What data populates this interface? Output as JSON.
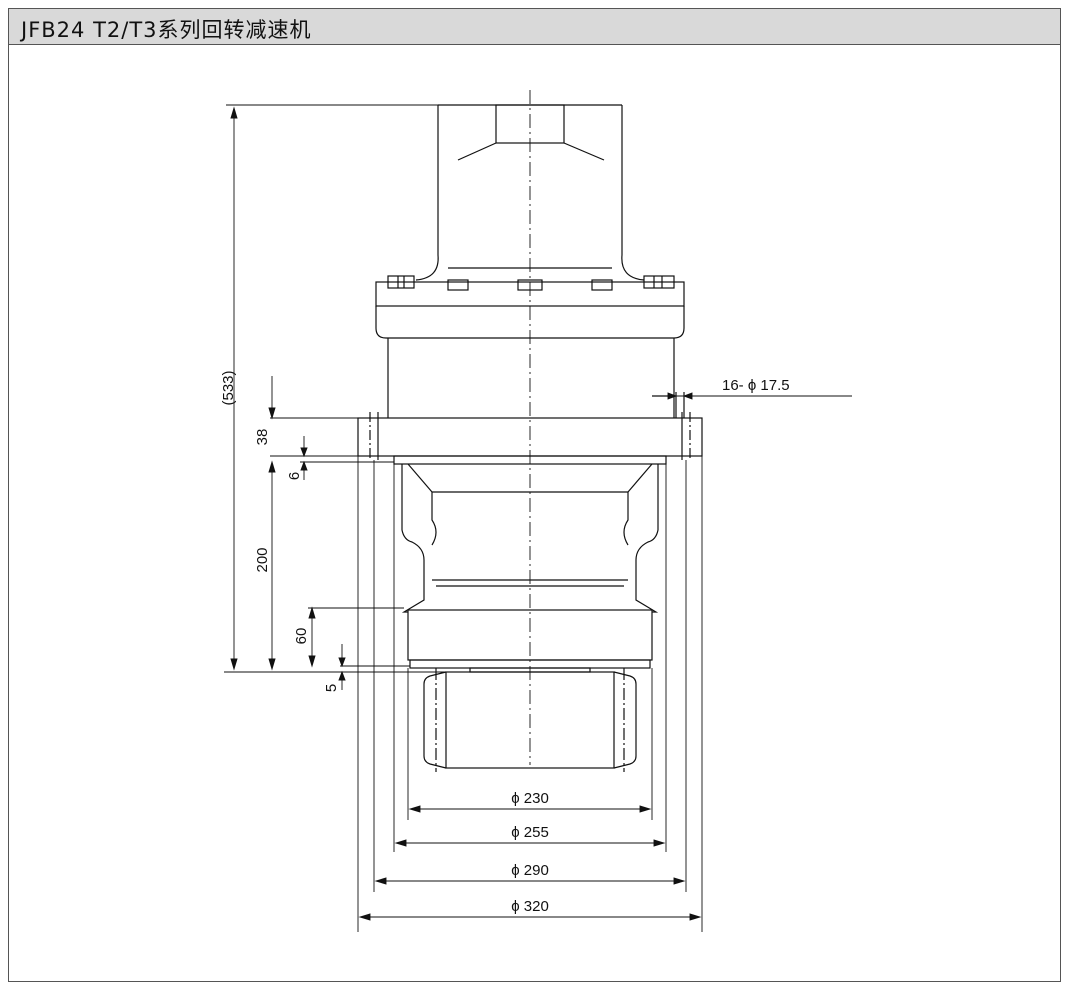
{
  "title": "JFB24 T2/T3系列回转减速机",
  "dimensions": {
    "overall_height": "(533)",
    "flange_height": "38",
    "step": "6",
    "body_height": "200",
    "base_height": "60",
    "pinion_offset": "5",
    "bolt_holes": "16- ϕ 17.5",
    "dia_230": "ϕ 230",
    "dia_255": "ϕ 255",
    "dia_290": "ϕ 290",
    "dia_320": "ϕ 320"
  },
  "colors": {
    "line": "#111111",
    "title_bg": "#d9d9d9",
    "frame": "#555555"
  }
}
